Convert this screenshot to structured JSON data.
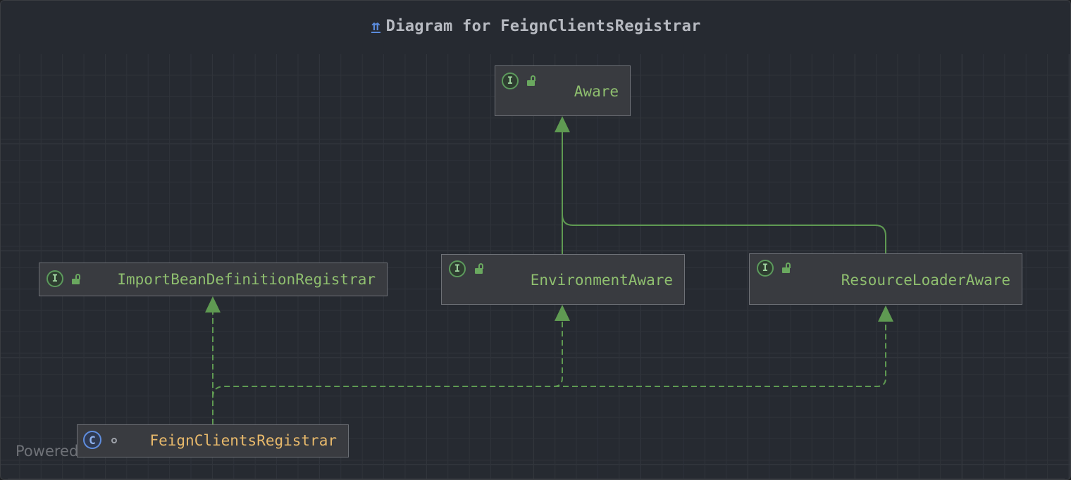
{
  "diagram": {
    "title": "Diagram for FeignClientsRegistrar",
    "title_icon": "hierarchy-up-icon",
    "nodes": {
      "aware": {
        "label": "Aware",
        "kind": "interface"
      },
      "import_bean": {
        "label": "ImportBeanDefinitionRegistrar",
        "kind": "interface"
      },
      "environment_aware": {
        "label": "EnvironmentAware",
        "kind": "interface"
      },
      "resource_loader_aware": {
        "label": "ResourceLoaderAware",
        "kind": "interface"
      },
      "feign_clients_registrar": {
        "label": "FeignClientsRegistrar",
        "kind": "class"
      }
    },
    "edges": [
      {
        "from": "EnvironmentAware",
        "to": "Aware",
        "style": "solid"
      },
      {
        "from": "ResourceLoaderAware",
        "to": "Aware",
        "style": "solid"
      },
      {
        "from": "FeignClientsRegistrar",
        "to": "ImportBeanDefinitionRegistrar",
        "style": "dashed"
      },
      {
        "from": "FeignClientsRegistrar",
        "to": "EnvironmentAware",
        "style": "dashed"
      },
      {
        "from": "FeignClientsRegistrar",
        "to": "ResourceLoaderAware",
        "style": "dashed"
      }
    ],
    "footer": "Powered"
  },
  "colors": {
    "background": "#262a31",
    "node_fill": "#393b40",
    "interface_text": "#8fbf6f",
    "class_text": "#e8b96b",
    "edge": "#5f9a52"
  }
}
